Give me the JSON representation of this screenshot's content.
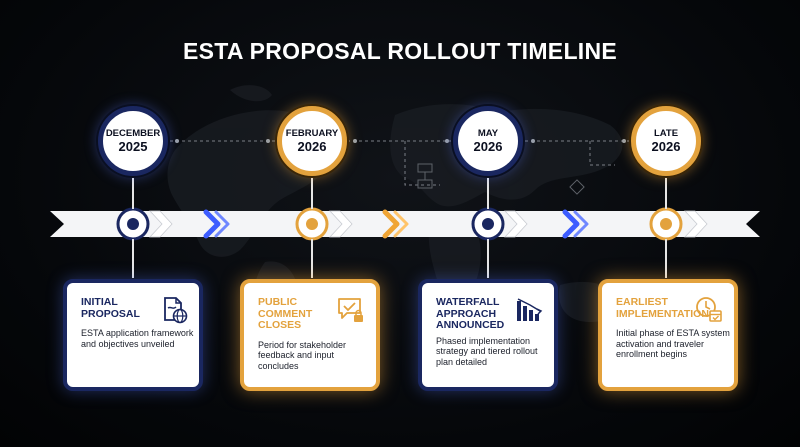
{
  "title": "ESTA PROPOSAL ROLLOUT TIMELINE",
  "colors": {
    "navy": "#1a2760",
    "gold": "#e3a23d",
    "background": "#05070a"
  },
  "milestones": [
    {
      "date_top": "DECEMBER",
      "date_year": "2025",
      "theme": "navy",
      "card_title": "INITIAL PROPOSAL",
      "card_desc": "ESTA application framework and objectives unveiled",
      "icon": "document-globe-icon"
    },
    {
      "date_top": "FEBRUARY",
      "date_year": "2026",
      "theme": "gold",
      "card_title": "PUBLIC COMMENT CLOSES",
      "card_desc": "Period for stakeholder feedback and input concludes",
      "icon": "chat-lock-icon"
    },
    {
      "date_top": "MAY",
      "date_year": "2026",
      "theme": "navy",
      "card_title": "WATERFALL APPROACH ANNOUNCED",
      "card_desc": "Phased implementation strategy and tiered rollout plan detailed",
      "icon": "waterfall-chart-icon"
    },
    {
      "date_top": "LATE",
      "date_year": "2026",
      "theme": "gold",
      "card_title": "EARLIEST IMPLEMENTATION",
      "card_desc": "Initial phase of ESTA system activation and traveler enrollment begins",
      "icon": "clock-calendar-icon"
    }
  ]
}
